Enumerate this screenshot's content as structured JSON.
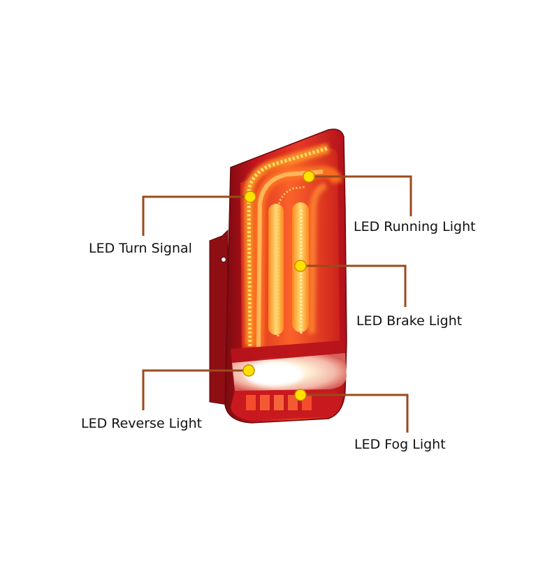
{
  "callouts": {
    "turn_signal": "LED Turn Signal",
    "running_light": "LED Running Light",
    "brake_light": "LED Brake Light",
    "reverse_light": "LED Reverse Light",
    "fog_light": "LED Fog Light"
  },
  "colors": {
    "leader_line": "#9a4a1c",
    "marker_fill": "#ffe100",
    "marker_stroke": "#c98a00",
    "housing_red": "#c0141c",
    "led_amber": "#ffb020"
  }
}
